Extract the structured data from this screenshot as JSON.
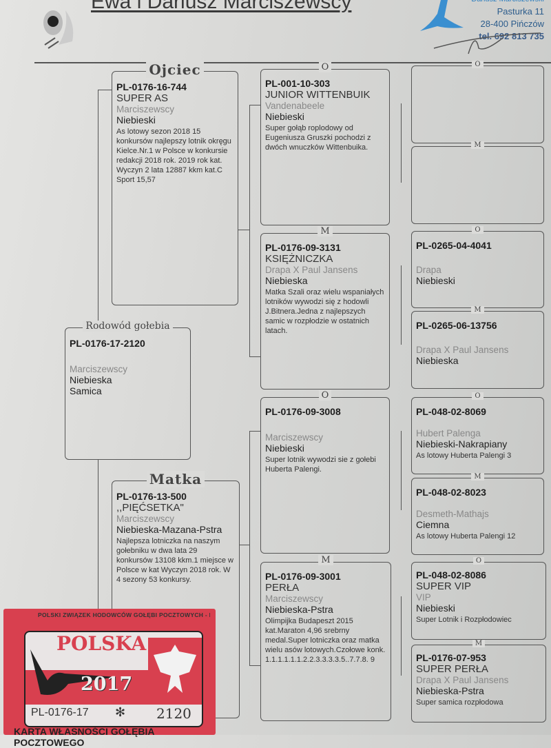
{
  "header": {
    "title": "Ewa i Dariusz Marciszewscy",
    "address_top": "Dariusz Marciszewski",
    "street": "Pasturka 11",
    "city": "28-400 Pińczów",
    "phone": "tel. 692 813 735"
  },
  "subject": {
    "label": "Rodowód gołebia",
    "ring": "PL-0176-17-2120",
    "breed": "Marciszewscy",
    "color": "Niebieska",
    "sex": "Samica"
  },
  "father": {
    "label": "Ojciec",
    "ring": "PL-0176-16-744",
    "name": "SUPER  AS",
    "breed": "Marciszewscy",
    "color": "Niebieski",
    "note": "As lotowy sezon 2018 15 konkursów najlepszy lotnik okręgu Kielce.Nr.1 w Polsce w konkursie redakcji 2018 rok. 2019 rok kat. Wyczyn 2 lata 12887 kkm  kat.C Sport 15,57"
  },
  "mother": {
    "label": "Matka",
    "ring": "PL-0176-13-500",
    "name": ",,PIĘĆSETKA\"",
    "breed": "Marciszewscy",
    "color": "Niebieska-Mazana-Pstra",
    "note": "Najlepsza lotniczka na naszym gołebniku w dwa lata 29 konkursów 13108 kkm.1 miejsce w Polsce w kat Wyczyn 2018 rok. W 4 sezony 53 konkursy."
  },
  "gen2": [
    {
      "label": "O",
      "ring": "PL-001-10-303",
      "name": "JUNIOR WITTENBUIK",
      "breed": "Vandenabeele",
      "color": "Niebieski",
      "note": "Super gołąb roplodowy od Eugeniusza Gruszki pochodzi z dwóch wnuczków Wittenbuika."
    },
    {
      "label": "M",
      "ring": "PL-0176-09-3131",
      "name": "KSIĘŻNICZKA",
      "breed": "Drapa X Paul Jansens",
      "color": "Niebieska",
      "note": "Matka Szali oraz wielu wspaniałych lotników wywodzi się z hodowli J.Bitnera.Jedna z najlepszych samic w rozpłodzie w ostatnich latach."
    },
    {
      "label": "O",
      "ring": "PL-0176-09-3008",
      "name": "",
      "breed": "Marciszewscy",
      "color": "Niebieski",
      "note": "Super lotnik wywodzi sie z gołebi Huberta Palengi."
    },
    {
      "label": "M",
      "ring": "PL-0176-09-3001",
      "name": "PERŁA",
      "breed": "Marciszewscy",
      "color": "Niebieska-Pstra",
      "note": "Olimpijka Budapeszt 2015 kat.Maraton 4,96 srebrny medal.Super lotniczka oraz matka wielu asów lotowych.Czołowe konk. 1.1.1.1.1.1.2.2.3.3.3.3.5..7.7.8. 9"
    }
  ],
  "gen3": [
    {
      "label": "O",
      "ring": "",
      "name": "",
      "breed": "",
      "color": "",
      "note": ""
    },
    {
      "label": "M",
      "ring": "",
      "name": "",
      "breed": "",
      "color": "",
      "note": ""
    },
    {
      "label": "O",
      "ring": "PL-0265-04-4041",
      "name": "",
      "breed": "Drapa",
      "color": "Niebieski",
      "note": ""
    },
    {
      "label": "M",
      "ring": "PL-0265-06-13756",
      "name": "",
      "breed": "Drapa X Paul Jansens",
      "color": "Niebieska",
      "note": ""
    },
    {
      "label": "O",
      "ring": "PL-048-02-8069",
      "name": "",
      "breed": "Hubert Palenga",
      "color": "Niebieski-Nakrapiany",
      "note": "As lotowy Huberta Palengi 3"
    },
    {
      "label": "M",
      "ring": "PL-048-02-8023",
      "name": "",
      "breed": "Desmeth-Mathajs",
      "color": "Ciemna",
      "note": "As lotowy Huberta Palengi 12"
    },
    {
      "label": "O",
      "ring": "PL-048-02-8086",
      "name": "SUPER VIP",
      "breed": "VIP",
      "color": "Niebieski",
      "note": "Super Lotnik i Rozpłodowiec"
    },
    {
      "label": "M",
      "ring": "PL-0176-07-953",
      "name": "SUPER PERŁA",
      "breed": "Drapa X Paul Jansens",
      "color": "Niebieska-Pstra",
      "note": "Super samica rozpłodowa"
    }
  ],
  "card": {
    "border_text": "POLSKI ZWIĄZEK HODOWCÓW GOŁĘBI POCZTOWYCH - POLSKI ZWIĄZEK HODOWCÓW GOŁĘBI POCZTOWYCH",
    "country": "POLSKA",
    "year": "2017",
    "ring_prefix": "PL-0176-17",
    "star": "✻",
    "serial": "2120",
    "bottom": "KARTA WŁASNOŚCI GOŁĘBIA POCZTOWEGO"
  }
}
